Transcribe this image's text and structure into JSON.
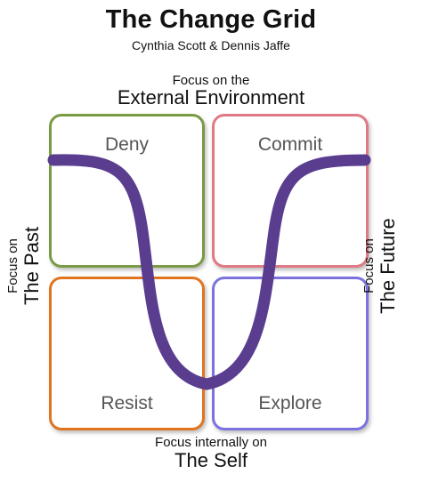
{
  "header": {
    "title": "The Change Grid",
    "subtitle": "Cynthia Scott & Dennis Jaffe"
  },
  "axes": {
    "top": {
      "small": "Focus on the",
      "big": "External Environment"
    },
    "bottom": {
      "small": "Focus internally on",
      "big": "The Self"
    },
    "left": {
      "small": "Focus on",
      "big": "The Past"
    },
    "right": {
      "small": "Focus on",
      "big": "The Future"
    }
  },
  "quadrants": {
    "top_left": "Deny",
    "top_right": "Commit",
    "bottom_left": "Resist",
    "bottom_right": "Explore"
  },
  "colors": {
    "deny_border": "#7a9a45",
    "commit_border": "#e07a84",
    "resist_border": "#e0741f",
    "explore_border": "#7b72e0",
    "curve": "#5a3d8f"
  }
}
